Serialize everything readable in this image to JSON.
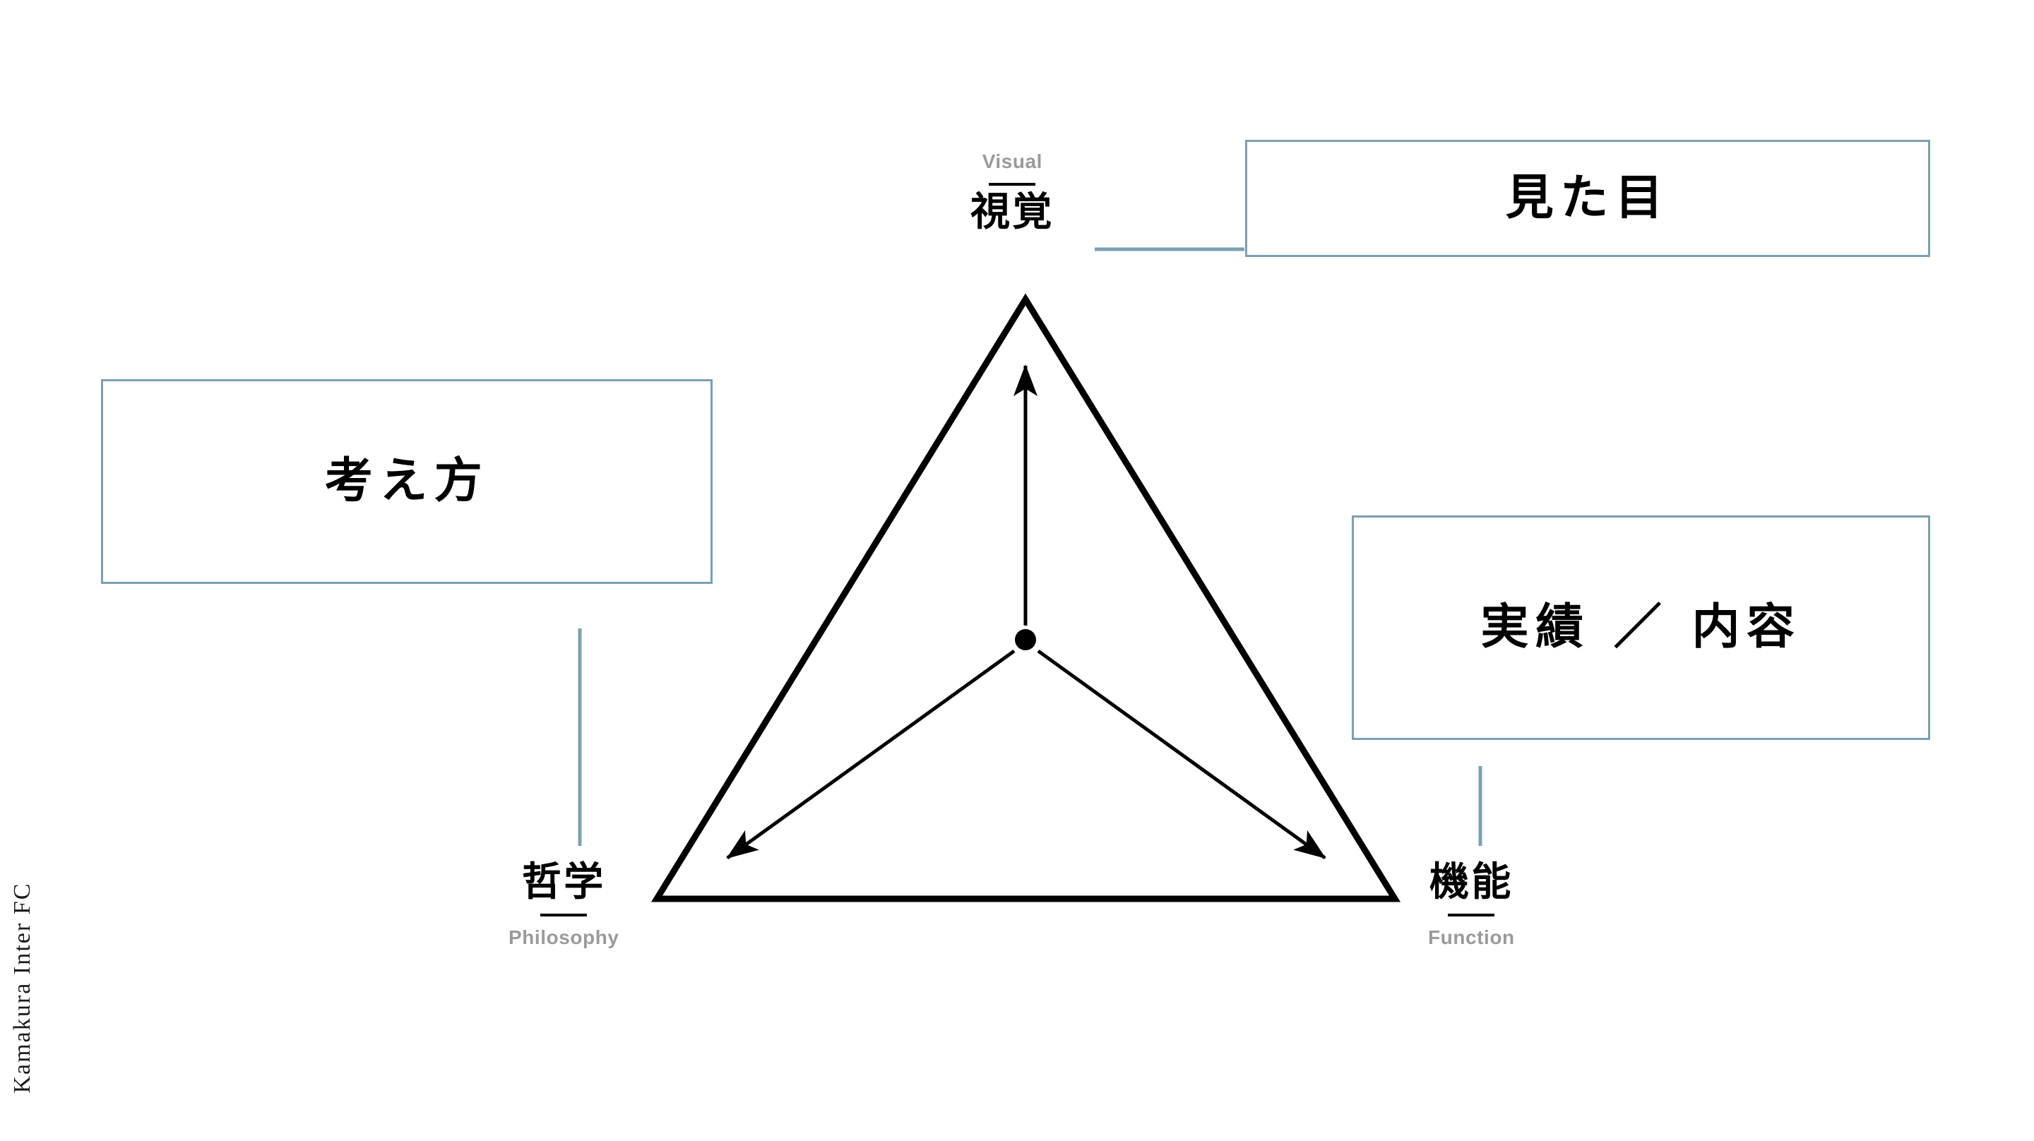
{
  "slide": {
    "side_caption": "Kamakura Inter FC",
    "background_color": "#ffffff",
    "accent_color": "#7ba0b3",
    "muted_text_color": "#9a9a9a",
    "ink_color": "#000000"
  },
  "vertices": {
    "visual": {
      "jp": "視覚",
      "en": "Visual"
    },
    "philosophy": {
      "jp": "哲学",
      "en": "Philosophy"
    },
    "function": {
      "jp": "機能",
      "en": "Function"
    }
  },
  "callouts": {
    "visual": "見た目",
    "philosophy": "考え方",
    "function": "実績 ／ 内容"
  },
  "diagram": {
    "type": "triangle-framework",
    "shape": "equilateral-triangle",
    "center_marker": "filled-dot",
    "arrow_count": 3,
    "arrow_directions": [
      "up-to-visual",
      "down-left-to-philosophy",
      "down-right-to-function"
    ]
  }
}
